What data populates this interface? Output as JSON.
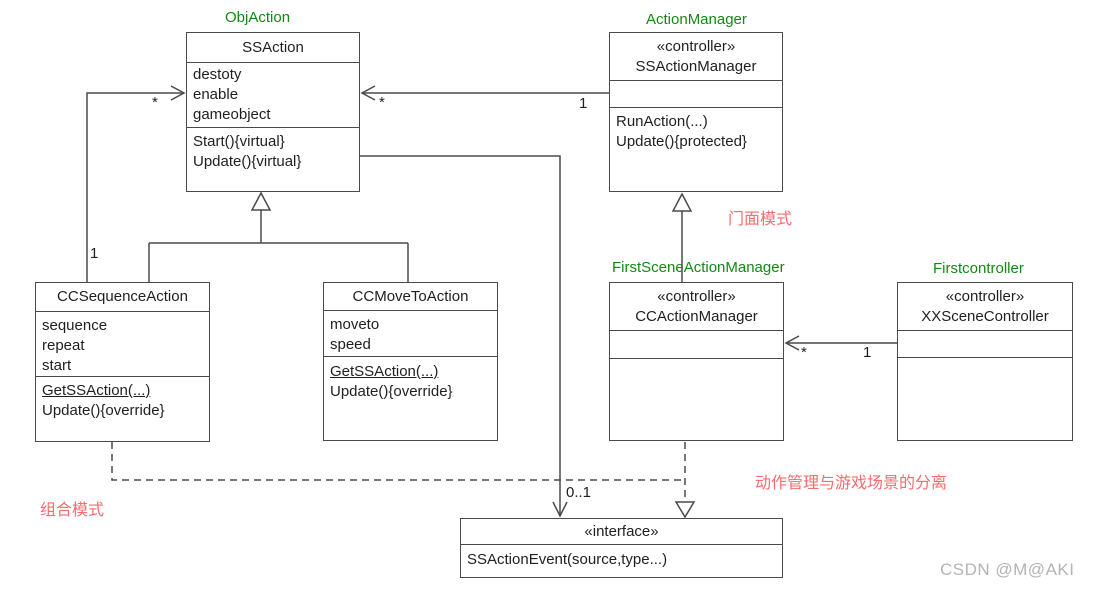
{
  "diagram": {
    "background": "#ffffff",
    "line_color": "#4a4a4a",
    "green_label_color": "#148814",
    "red_note_color": "#f76c6c",
    "watermark_color": "#b4b4b4"
  },
  "classes": {
    "ssaction": {
      "label": "ObjAction",
      "title": "SSAction",
      "attributes": [
        "destoty",
        "enable",
        "gameobject"
      ],
      "methods": [
        "Start(){virtual}",
        "Update(){virtual}"
      ]
    },
    "ssactionmanager": {
      "label": "ActionManager",
      "stereotype": "«controller»",
      "title": "SSActionManager",
      "attributes": [],
      "methods": [
        "RunAction(...)",
        "Update(){protected}"
      ]
    },
    "ccsequenceaction": {
      "title": "CCSequenceAction",
      "attributes": [
        "sequence",
        "repeat",
        "start"
      ],
      "methods": [
        "GetSSAction(...)",
        "Update(){override}"
      ]
    },
    "ccmovetoaction": {
      "title": "CCMoveToAction",
      "attributes": [
        "moveto",
        "speed"
      ],
      "methods": [
        "GetSSAction(...)",
        "Update(){override}"
      ]
    },
    "ccactionmanager": {
      "label": "FirstSceneActionManager",
      "stereotype": "«controller»",
      "title": "CCActionManager",
      "attributes": [],
      "methods": []
    },
    "xxscenecontroller": {
      "label": "Firstcontroller",
      "stereotype": "«controller»",
      "title": "XXSceneController",
      "attributes": [],
      "methods": []
    },
    "ssactionevent": {
      "stereotype": "«interface»",
      "title": "SSActionEvent(source,type...)"
    }
  },
  "relations": {
    "seq_to_ssaction": {
      "source_mult": "1",
      "target_mult": "*"
    },
    "mgr_to_ssaction": {
      "source_mult": "1",
      "target_mult": "*"
    },
    "ctrl_to_ccmgr": {
      "source_mult": "1",
      "target_mult": "*"
    },
    "ssaction_to_event": {
      "target_mult": "0..1"
    }
  },
  "notes": {
    "facade": "门面模式",
    "composite": "组合模式",
    "separation": "动作管理与游戏场景的分离"
  },
  "watermark": "CSDN @M@AKI"
}
